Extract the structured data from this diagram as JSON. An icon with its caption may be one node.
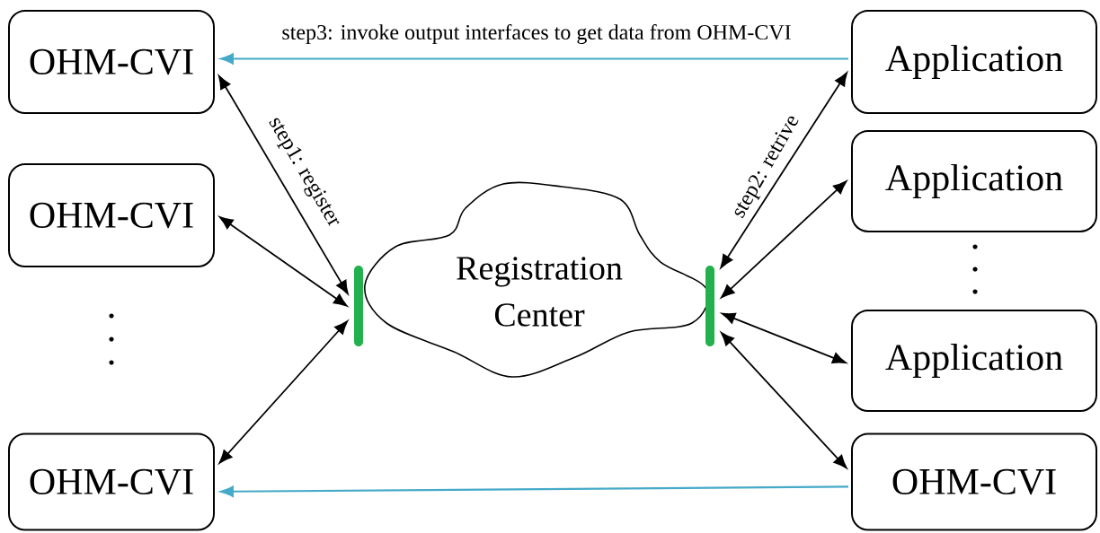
{
  "diagram": {
    "nodes": [
      {
        "text": [
          "OHM-CVI"
        ]
      },
      {
        "text": [
          "Application"
        ]
      },
      {
        "text": [
          "OHM-CVI"
        ]
      },
      {
        "text": [
          "Application"
        ]
      },
      {
        "text": [
          "Registration Center"
        ]
      },
      {
        "text": [],
        "shape": "bar"
      },
      {
        "text": [],
        "shape": "bar"
      },
      {
        "text": [
          "Application"
        ]
      },
      {
        "text": [
          "OHM-CVI"
        ]
      },
      {
        "text": [
          "OHM-CVI"
        ]
      }
    ],
    "edges": [
      {
        "from": 1,
        "to": 0,
        "arrow": "to",
        "label": "step3: invoke output interfaces to get data from OHM-CVI",
        "color": "#45a9c8"
      },
      {
        "from": 0,
        "to": 5,
        "arrow": "both",
        "label": "step1: register"
      },
      {
        "from": 2,
        "to": 5,
        "arrow": "both"
      },
      {
        "from": 8,
        "to": 5,
        "arrow": "both"
      },
      {
        "from": 6,
        "to": 1,
        "arrow": "both",
        "label": "step2: retrive"
      },
      {
        "from": 6,
        "to": 3,
        "arrow": "both"
      },
      {
        "from": 6,
        "to": 7,
        "arrow": "both"
      },
      {
        "from": 6,
        "to": 9,
        "arrow": "both"
      },
      {
        "from": 9,
        "to": 8,
        "arrow": "to",
        "color": "#45a9c8"
      }
    ]
  }
}
